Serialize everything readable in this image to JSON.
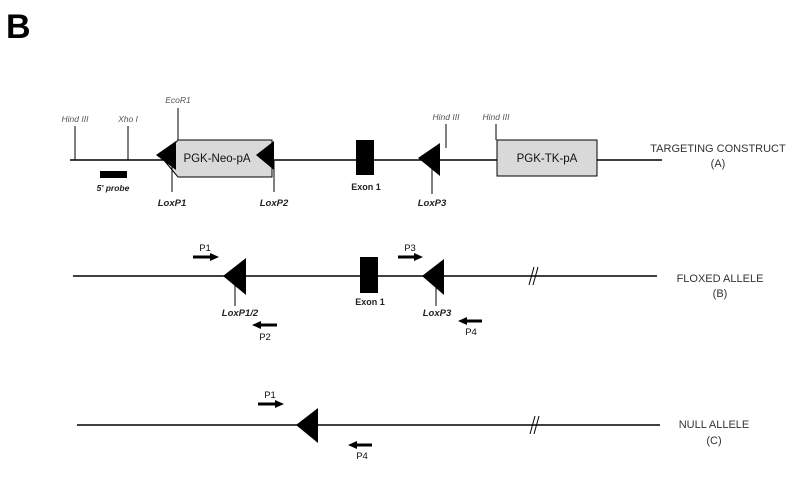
{
  "panel_label": "B",
  "targeting_construct": {
    "label": "TARGETING CONSTRUCT",
    "sublabel": "(A)",
    "sites": [
      "Hind III",
      "Xho I",
      "EcoR1",
      "Hind III",
      "Hind III"
    ],
    "probe_label": "5' probe",
    "neo_cassette": "PGK-Neo-pA",
    "tk_cassette": "PGK-TK-pA",
    "exon_label": "Exon 1",
    "loxp": [
      "LoxP1",
      "LoxP2",
      "LoxP3"
    ]
  },
  "floxed_allele": {
    "label": "FLOXED ALLELE",
    "sublabel": "(B)",
    "loxp": [
      "LoxP1/2",
      "LoxP3"
    ],
    "exon_label": "Exon 1",
    "primers": [
      "P1",
      "P2",
      "P3",
      "P4"
    ]
  },
  "null_allele": {
    "label": "NULL ALLELE",
    "sublabel": "(C)",
    "primers": [
      "P1",
      "P4"
    ]
  }
}
